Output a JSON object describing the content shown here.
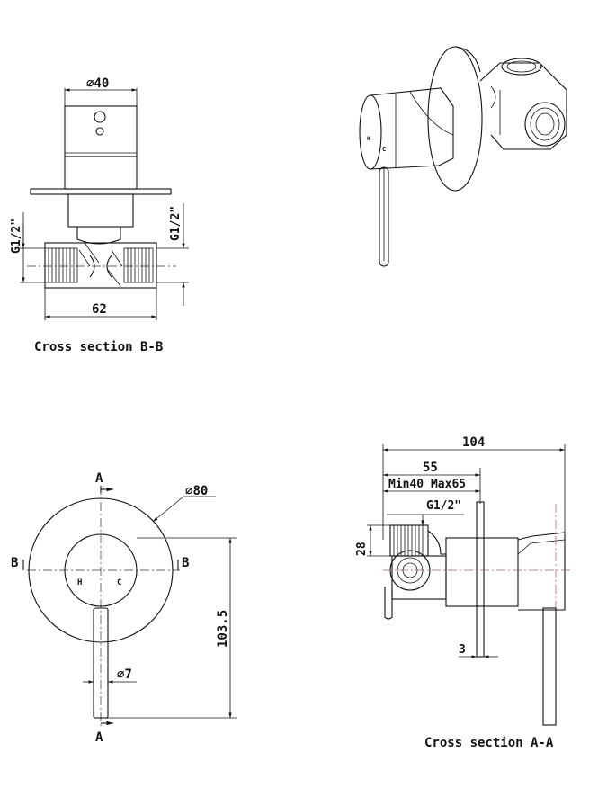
{
  "views": {
    "section_bb": {
      "caption": "Cross section  B-B",
      "dim_diameter_top": "−40",
      "dim_thread_left": "G1/2\"",
      "dim_thread_right": "G1/2\"",
      "dim_width": "62"
    },
    "front_view": {
      "label_a_top": "A",
      "label_a_bottom": "A",
      "label_b_left": "B",
      "label_b_right": "B",
      "dim_plate_diameter": "−80",
      "dim_lever_diameter": "−7",
      "dim_height": "103.5",
      "mark_hot": "H",
      "mark_cold": "C"
    },
    "section_aa": {
      "caption": "Cross section A-A",
      "dim_total_depth": "104",
      "dim_depth": "55",
      "dim_range": "Min40 Max65",
      "dim_thread": "G1/2\"",
      "dim_height": "28",
      "dim_plate_thickness": "3"
    },
    "iso_view": {
      "mark_hot": "H",
      "mark_cold": "C"
    }
  }
}
